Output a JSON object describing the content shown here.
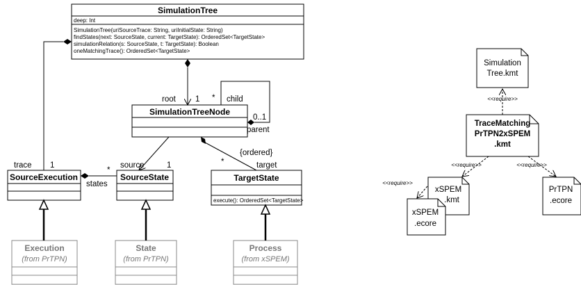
{
  "uml": {
    "simulation_tree": {
      "title": "SimulationTree",
      "attribute": "deep: Int",
      "operations": [
        "SimulationTree(uriSourceTrace: String, uriInitialState: String)",
        "findStates(next: SourceState, current: TargetState): OrderedSet<TargetState>",
        "simulationRelation(s: SourceState, t: TargetState): Boolean",
        "oneMatchingTrace(): OrderedSet<TargetState>"
      ]
    },
    "simulation_tree_node": {
      "title": "SimulationTreeNode"
    },
    "source_execution": {
      "title": "SourceExecution"
    },
    "source_state": {
      "title": "SourceState"
    },
    "target_state": {
      "title": "TargetState",
      "operation": "execute(): OrderedSet<TargetState>"
    },
    "execution": {
      "title": "Execution",
      "origin": "(from PrTPN)"
    },
    "state": {
      "title": "State",
      "origin": "(from PrTPN)"
    },
    "process": {
      "title": "Process",
      "origin": "(from xSPEM)"
    },
    "labels": {
      "root": "root",
      "root_mult": "1",
      "child_mult": "*",
      "child": "child",
      "parent_mult": "0..1",
      "parent": "parent",
      "trace": "trace",
      "trace_mult": "1",
      "states_mult": "*",
      "states": "states",
      "source": "source",
      "source_mult": "1",
      "ordered": "{ordered}",
      "target_mult": "*",
      "target": "target"
    }
  },
  "files": {
    "simulation_tree_kmt": {
      "line1": "Simulation",
      "line2": "Tree.kmt"
    },
    "trace_matching_kmt": {
      "line1": "TraceMatching",
      "line2": "PrTPN2xSPEM",
      "line3": ".kmt"
    },
    "xspem_kmt": {
      "line1": "xSPEM",
      "line2": ".kmt"
    },
    "xspem_ecore": {
      "line1": "xSPEM",
      "line2": ".ecore"
    },
    "prtpn_ecore": {
      "line1": "PrTPN",
      "line2": ".ecore"
    },
    "require_label": "<<require>>"
  }
}
